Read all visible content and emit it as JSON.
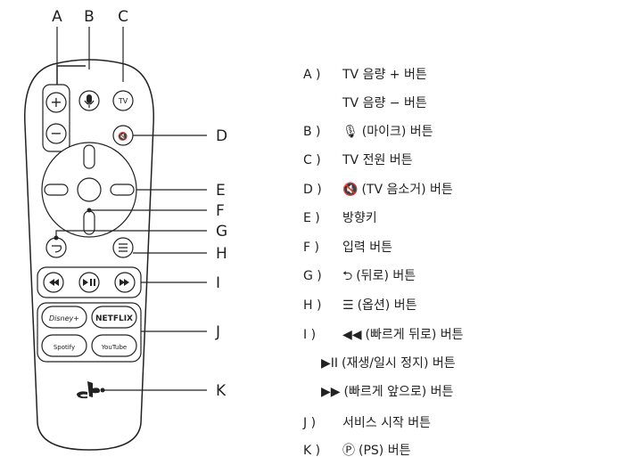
{
  "callout_letters": [
    "A",
    "B",
    "C",
    "D",
    "E",
    "F",
    "G",
    "H",
    "I",
    "J",
    "K"
  ],
  "remote": {
    "buttons": {
      "vol_up": "+",
      "vol_down": "−",
      "tv": "TV",
      "mute": "🔇",
      "back": "↶",
      "options": "≡",
      "rewind": "◀◀",
      "play_pause": "▶II",
      "forward": "▶▶",
      "disney": "Disney+",
      "netflix": "NETFLIX",
      "spotify": "Spotify",
      "youtube": "YouTube"
    }
  },
  "legend": [
    {
      "letter": "A )",
      "text": "TV 음량 + 버튼"
    },
    {
      "letter": "",
      "text": "TV 음량 − 버튼"
    },
    {
      "letter": "B )",
      "icon": "mic-icon",
      "text": "(마이크) 버튼"
    },
    {
      "letter": "C )",
      "text": "TV 전원 버튼"
    },
    {
      "letter": "D )",
      "icon": "mute-icon",
      "text": "(TV 음소거) 버튼"
    },
    {
      "letter": "E )",
      "text": "방향키"
    },
    {
      "letter": "F )",
      "text": "입력 버튼"
    },
    {
      "letter": "G )",
      "icon": "back-icon",
      "text": "(뒤로) 버튼"
    },
    {
      "letter": "H )",
      "icon": "options-icon",
      "text": "(옵션) 버튼"
    },
    {
      "letter": "I )",
      "icon": "rewind-icon",
      "text": "(빠르게 뒤로) 버튼"
    },
    {
      "letter": "",
      "icon": "play-pause-icon",
      "text": "(재생/일시 정지) 버튼"
    },
    {
      "letter": "",
      "icon": "fast-forward-icon",
      "text": "(빠르게 앞으로) 버튼"
    },
    {
      "letter": "J )",
      "text": "서비스 시작 버튼"
    },
    {
      "letter": "K )",
      "icon": "ps-icon",
      "text": "(PS) 버튼"
    }
  ]
}
